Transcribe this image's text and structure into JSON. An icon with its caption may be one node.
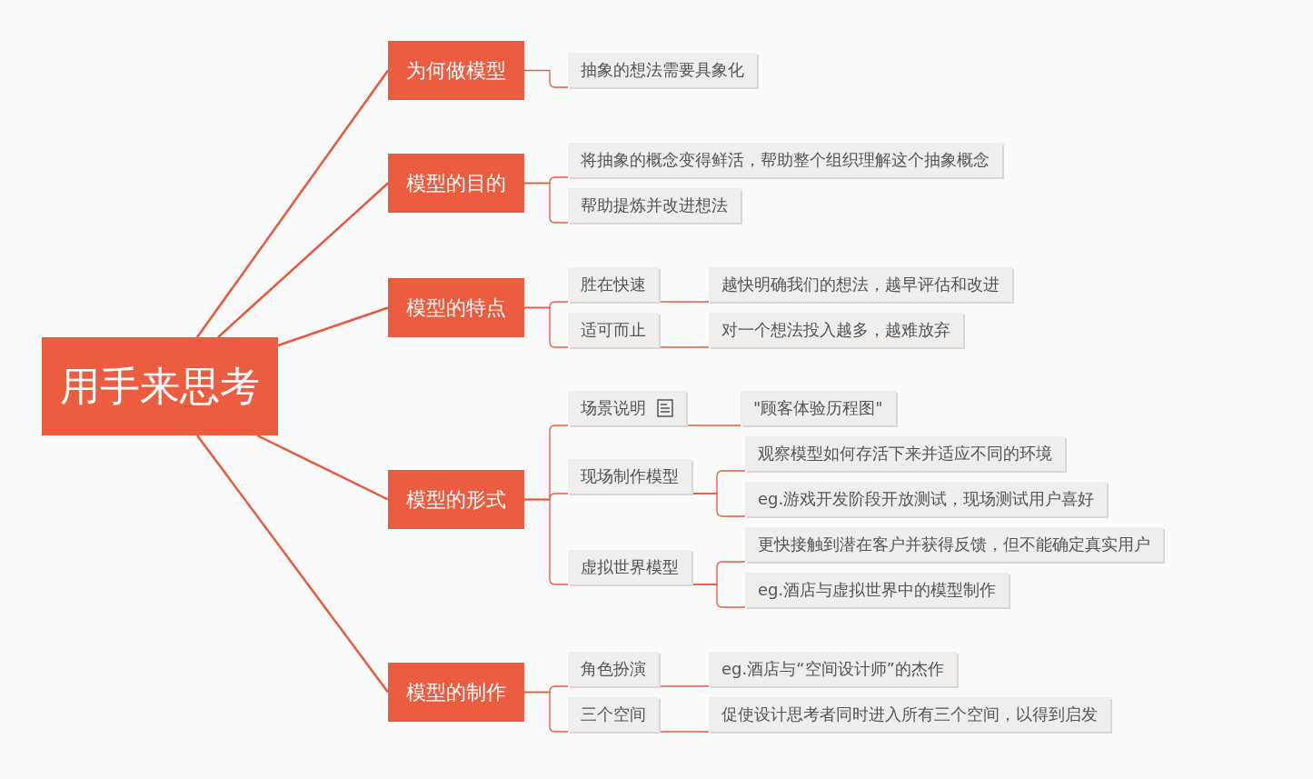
{
  "diagram": {
    "nodes": [
      {
        "text": [
          "用手来思考"
        ]
      },
      {
        "text": [
          "为何做模型"
        ]
      },
      {
        "text": [
          "抽象的想法需要具象化"
        ]
      },
      {
        "text": [
          "模型的目的"
        ]
      },
      {
        "text": [
          "将抽象的概念变得鲜活，帮助整个组织理解这个抽象概念"
        ]
      },
      {
        "text": [
          "帮助提炼并改进想法"
        ]
      },
      {
        "text": [
          "模型的特点"
        ]
      },
      {
        "text": [
          "胜在快速"
        ]
      },
      {
        "text": [
          "越快明确我们的想法，越早评估和改进"
        ]
      },
      {
        "text": [
          "适可而止"
        ]
      },
      {
        "text": [
          "对一个想法投入越多，越难放弃"
        ]
      },
      {
        "text": [
          "模型的形式"
        ]
      },
      {
        "text": [
          "场景说明"
        ]
      },
      {
        "text": [
          "\"顾客体验历程图\""
        ]
      },
      {
        "text": [
          "现场制作模型"
        ]
      },
      {
        "text": [
          "观察模型如何存活下来并适应不同的环境"
        ]
      },
      {
        "text": [
          "eg.游戏开发阶段开放测试，现场测试用户喜好"
        ]
      },
      {
        "text": [
          "虚拟世界模型"
        ]
      },
      {
        "text": [
          "更快接触到潜在客户并获得反馈，但不能确定真实用户"
        ]
      },
      {
        "text": [
          "eg.酒店与虚拟世界中的模型制作"
        ]
      },
      {
        "text": [
          "模型的制作"
        ]
      },
      {
        "text": [
          "角色扮演"
        ]
      },
      {
        "text": [
          "eg.酒店与“空间设计师”的杰作"
        ]
      },
      {
        "text": [
          "三个空间"
        ]
      },
      {
        "text": [
          "促使设计思考者同时进入所有三个空间，以得到启发"
        ]
      }
    ],
    "edges": [
      {
        "from": 0,
        "to": 1,
        "arrow": "none"
      },
      {
        "from": 0,
        "to": 3,
        "arrow": "none"
      },
      {
        "from": 0,
        "to": 6,
        "arrow": "none"
      },
      {
        "from": 0,
        "to": 11,
        "arrow": "none"
      },
      {
        "from": 0,
        "to": 20,
        "arrow": "none"
      },
      {
        "from": 1,
        "to": 2,
        "arrow": "none"
      },
      {
        "from": 3,
        "to": 4,
        "arrow": "none"
      },
      {
        "from": 3,
        "to": 5,
        "arrow": "none"
      },
      {
        "from": 6,
        "to": 7,
        "arrow": "none"
      },
      {
        "from": 6,
        "to": 9,
        "arrow": "none"
      },
      {
        "from": 7,
        "to": 8,
        "arrow": "none"
      },
      {
        "from": 9,
        "to": 10,
        "arrow": "none"
      },
      {
        "from": 11,
        "to": 12,
        "arrow": "none"
      },
      {
        "from": 11,
        "to": 14,
        "arrow": "none"
      },
      {
        "from": 11,
        "to": 17,
        "arrow": "none"
      },
      {
        "from": 12,
        "to": 13,
        "arrow": "none"
      },
      {
        "from": 14,
        "to": 15,
        "arrow": "none"
      },
      {
        "from": 14,
        "to": 16,
        "arrow": "none"
      },
      {
        "from": 17,
        "to": 18,
        "arrow": "none"
      },
      {
        "from": 17,
        "to": 19,
        "arrow": "none"
      },
      {
        "from": 20,
        "to": 21,
        "arrow": "none"
      },
      {
        "from": 20,
        "to": 23,
        "arrow": "none"
      },
      {
        "from": 21,
        "to": 22,
        "arrow": "none"
      },
      {
        "from": 23,
        "to": 24,
        "arrow": "none"
      }
    ]
  }
}
